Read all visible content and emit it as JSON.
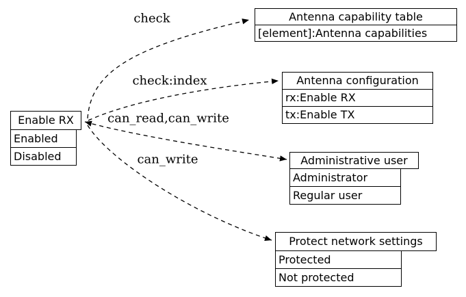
{
  "diagram": {
    "background": "#ffffff",
    "line_color": "#000000",
    "text_color": "#000000",
    "nodes": [
      {
        "id": "enable-rx",
        "title": "Enable RX",
        "items": [
          "Enabled",
          "Disabled"
        ]
      },
      {
        "id": "antenna-capability-table",
        "title": "Antenna capability table",
        "items": [
          "[element]:Antenna capabilities"
        ]
      },
      {
        "id": "antenna-configuration",
        "title": "Antenna configuration",
        "items": [
          "rx:Enable RX",
          "tx:Enable TX"
        ]
      },
      {
        "id": "administrative-user",
        "title": "Administrative user",
        "items": [
          "Administrator",
          "Regular user"
        ]
      },
      {
        "id": "protect-network-settings",
        "title": "Protect network settings",
        "items": [
          "Protected",
          "Not protected"
        ]
      }
    ],
    "edges": [
      {
        "label": "check",
        "from": "enable-rx",
        "to": "antenna-capability-table",
        "style": "dashed",
        "direction": "forward"
      },
      {
        "label": "check:index",
        "from": "enable-rx",
        "to": "antenna-configuration",
        "style": "dashed",
        "direction": "forward"
      },
      {
        "label": "can_read,can_write",
        "from": "enable-rx",
        "to": "administrative-user",
        "style": "dashed",
        "direction": "both"
      },
      {
        "label": "can_write",
        "from": "enable-rx",
        "to": "protect-network-settings",
        "style": "dashed",
        "direction": "forward"
      }
    ]
  }
}
